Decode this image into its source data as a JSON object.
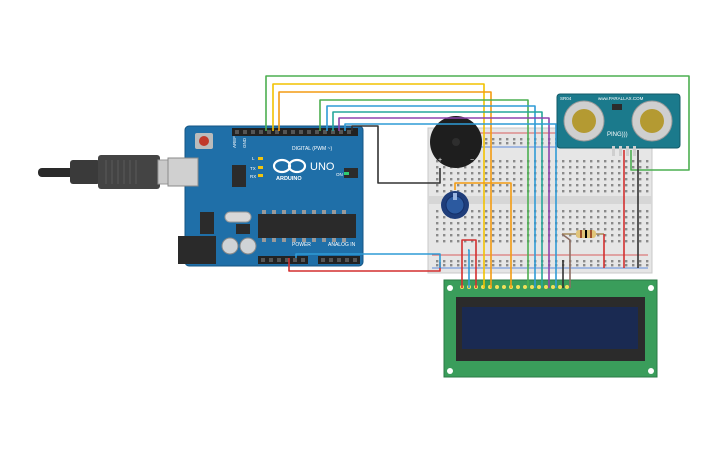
{
  "arduino": {
    "brand": "ARDUINO",
    "model": "UNO",
    "digital_label": "DIGITAL (PWM ~)",
    "power_label": "POWER",
    "analog_label": "ANALOG IN",
    "aref": "AREF",
    "gnd": "GND",
    "tx": "TX",
    "rx": "RX",
    "on": "ON",
    "l": "L"
  },
  "sensor": {
    "brand": "www.PARALLAX.COM",
    "name": "PING)))",
    "rev": "SR04"
  },
  "buzzer": {
    "plus": "+",
    "minus": "−"
  },
  "colors": {
    "board_blue": "#1f6fa8",
    "breadboard": "#e8e8e8",
    "lcd_green": "#3a9d5b",
    "lcd_screen": "#1a2a52",
    "sensor_teal": "#1b7a8c",
    "wire_green": "#4caf50",
    "wire_yellow": "#f2c200",
    "wire_orange": "#f39c12",
    "wire_red": "#d32f2f",
    "wire_blue": "#2f9bd6",
    "wire_purple": "#8e44ad",
    "wire_black": "#333333",
    "wire_teal": "#26a69a"
  }
}
